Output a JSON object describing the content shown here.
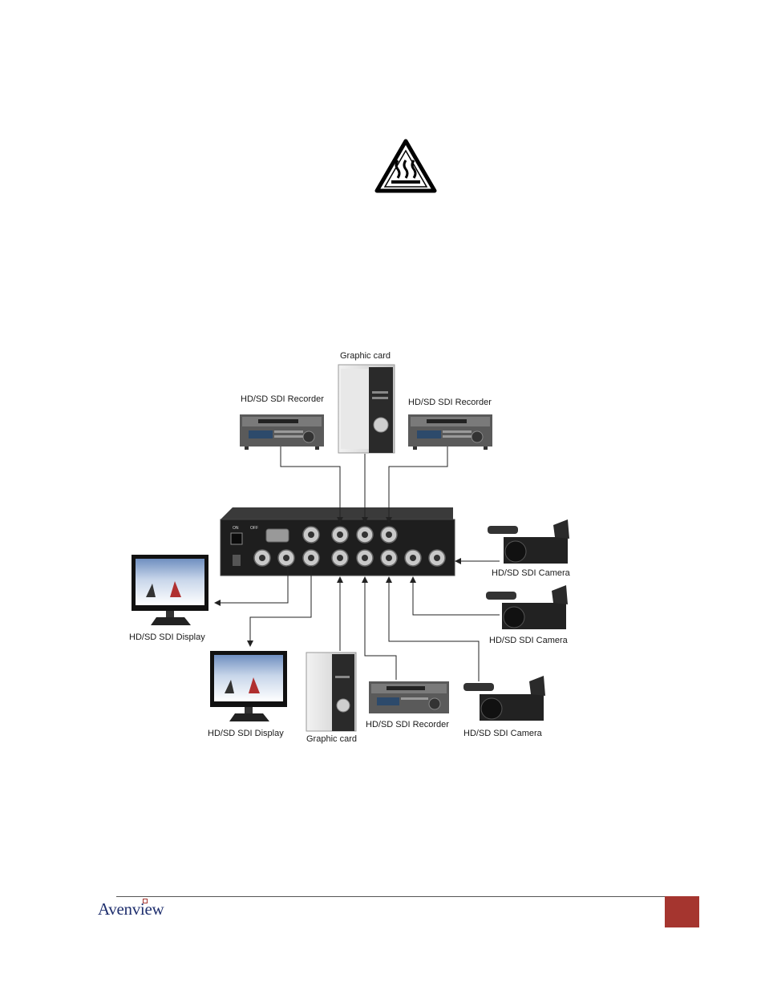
{
  "warning": {
    "icon": "hot-surface-warning-icon"
  },
  "diagram": {
    "labels": {
      "graphic_card_top": "Graphic card",
      "recorder_left": "HD/SD SDI Recorder",
      "recorder_right": "HD/SD SDI Recorder",
      "camera_1": "HD/SD SDI Camera",
      "camera_2": "HD/SD SDI Camera",
      "camera_3": "HD/SD SDI Camera",
      "display_1": "HD/SD SDI Display",
      "display_2": "HD/SD SDI Display",
      "graphic_card_bottom": "Graphic card",
      "recorder_bottom": "HD/SD SDI Recorder"
    }
  },
  "footer": {
    "brand": "Avenview",
    "page_box_color": "#a5352f",
    "brand_color": "#1f2f6e"
  }
}
